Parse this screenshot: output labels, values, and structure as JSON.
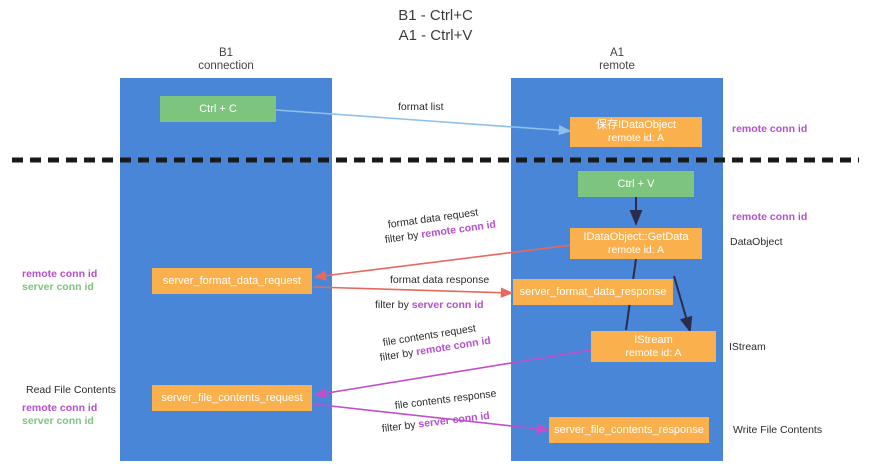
{
  "title": {
    "line1": "B1 - Ctrl+C",
    "line2": "A1 - Ctrl+V"
  },
  "lanes": [
    {
      "id": "b1",
      "name": "B1",
      "role": "connection"
    },
    {
      "id": "a1",
      "name": "A1",
      "role": "remote"
    }
  ],
  "boxes": {
    "ctrl_c": {
      "label": "Ctrl + C"
    },
    "ctrl_v": {
      "label": "Ctrl + V"
    },
    "idataobject_store": {
      "line1": "保存IDataObject",
      "line2": "remote id: A"
    },
    "getdata": {
      "line1": "IDataObject::GetData",
      "line2": "remote id: A"
    },
    "istream": {
      "line1": "IStream",
      "line2": "remote id: A"
    },
    "server_format_data_request": {
      "label": "server_format_data_request"
    },
    "server_format_data_response": {
      "label": "server_format_data_response"
    },
    "server_file_contents_request": {
      "label": "server_file_contents_request"
    },
    "server_file_contents_response": {
      "label": "server_file_contents_response"
    }
  },
  "edge_labels": {
    "format_list": "format list",
    "format_data_request": "format data request",
    "format_data_request_filter_prefix": "filter by ",
    "format_data_request_filter_key": "remote conn id",
    "format_data_response": "format data response",
    "format_data_response_filter_prefix": "filter by ",
    "format_data_response_filter_key": "server conn id",
    "file_contents_request": "file contents request",
    "file_contents_request_filter_prefix": "filter by ",
    "file_contents_request_filter_key": "remote conn id",
    "file_contents_response": "file contents response",
    "file_contents_response_filter_prefix": "filter by ",
    "file_contents_response_filter_key": "server conn id"
  },
  "right_labels": {
    "remote_conn_id_top": "remote conn id",
    "remote_conn_id_mid": "remote conn id",
    "dataobject": "DataObject",
    "istream": "IStream",
    "write_file_contents": "Write File Contents"
  },
  "left_labels": {
    "remote_conn_id_mid": "remote conn id",
    "server_conn_id_mid": "server conn id",
    "read_file_contents": "Read File Contents",
    "remote_conn_id_bottom": "remote conn id",
    "server_conn_id_bottom": "server conn id"
  },
  "colors": {
    "lane": "#4a86d8",
    "green_box": "#7dc47f",
    "orange_box": "#fbb04e",
    "purple": "#b44fd0",
    "green_text": "#7dc47f",
    "wire_blue": "#8dc0ea",
    "wire_red": "#e8685d",
    "wire_magenta": "#c24fc8",
    "wire_dark": "#2b2b4a",
    "divider": "#1a1a1a"
  }
}
